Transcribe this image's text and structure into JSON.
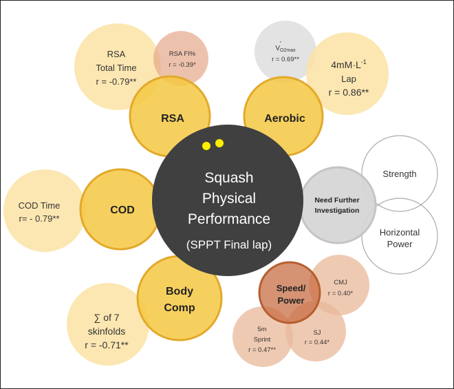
{
  "center": {
    "line1": "Squash",
    "line2": "Physical",
    "line3": "Performance",
    "line4": "(SPPT Final lap)"
  },
  "nodes": {
    "rsa": {
      "label": "RSA",
      "total_time": {
        "line1": "RSA",
        "line2": "Total Time",
        "line3": "r = -0.79**"
      },
      "fi": {
        "line1": "RSA FI%",
        "line2": "r = -0.39*"
      }
    },
    "aerobic": {
      "label": "Aerobic",
      "vo2": {
        "v": "V",
        "dot": "·",
        "sub": "O2max",
        "line2": "r = 0.69**"
      },
      "lap": {
        "base": "4mM·L",
        "sup": "-1",
        "line2": "Lap",
        "line3": "r = 0.86**"
      }
    },
    "cod": {
      "label": "COD",
      "time": {
        "line1": "COD Time",
        "line2": "r= - 0.79**"
      }
    },
    "body": {
      "label1": "Body",
      "label2": "Comp",
      "skin": {
        "line1": "∑ of 7",
        "line2": "skinfolds",
        "line3": "r = -0.71**"
      }
    },
    "speed": {
      "label1": "Speed/",
      "label2": "Power",
      "cmj": {
        "line1": "CMJ",
        "line2": "r = 0.40*"
      },
      "sj": {
        "line1": "SJ",
        "line2": "r = 0.44*"
      },
      "sprint": {
        "line1": "5m",
        "line2": "Sprint",
        "line3": "r = 0.47**"
      }
    },
    "further": {
      "label1": "Need Further",
      "label2": "Investigation",
      "strength": {
        "line1": "Strength"
      },
      "power": {
        "line1": "Horizontal",
        "line2": "Power"
      }
    }
  },
  "colors": {
    "center": "#404040",
    "pale_yellow": "#fbe3a4",
    "gold": "#f5c842",
    "gold_stroke": "#e3a92a",
    "salmon": "#e9b89a",
    "speed": "#c56a3e",
    "grey": "#d4d4d4",
    "dot": "#ffee00"
  }
}
